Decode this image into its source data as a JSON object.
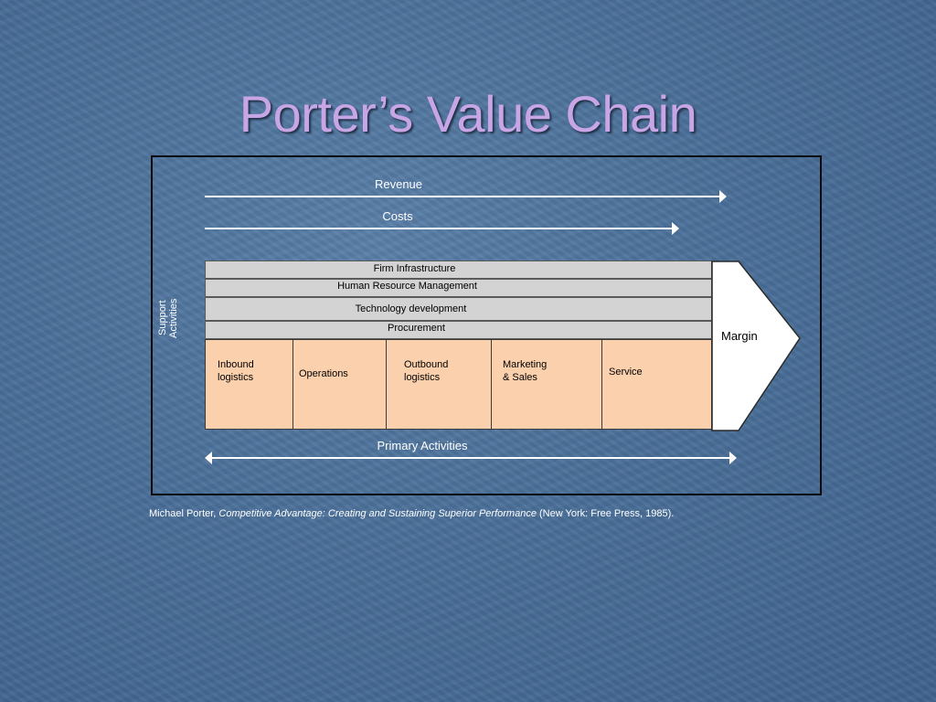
{
  "slide": {
    "title": "Porter’s Value Chain"
  },
  "diagram": {
    "revenue_label": "Revenue",
    "costs_label": "Costs",
    "support_label": "Support\nActivities",
    "support_activities": [
      "Firm Infrastructure",
      "Human Resource Management",
      "Technology development",
      "Procurement"
    ],
    "primary_activities": [
      "Inbound\nlogistics",
      "Operations",
      "Outbound\nlogistics",
      "Marketing\n& Sales",
      "Service"
    ],
    "margin_label": "Margin",
    "primary_label": "Primary Activities",
    "colors": {
      "support_fill": "#d3d3d3",
      "primary_fill": "#fbd0ad",
      "title": "#c8a6e6",
      "background": "#4a6f99"
    }
  },
  "citation": {
    "author": "Michael Porter, ",
    "work": "Competitive Advantage: Creating and Sustaining Superior Performance",
    "publisher": " (New York: Free Press, 1985)."
  }
}
